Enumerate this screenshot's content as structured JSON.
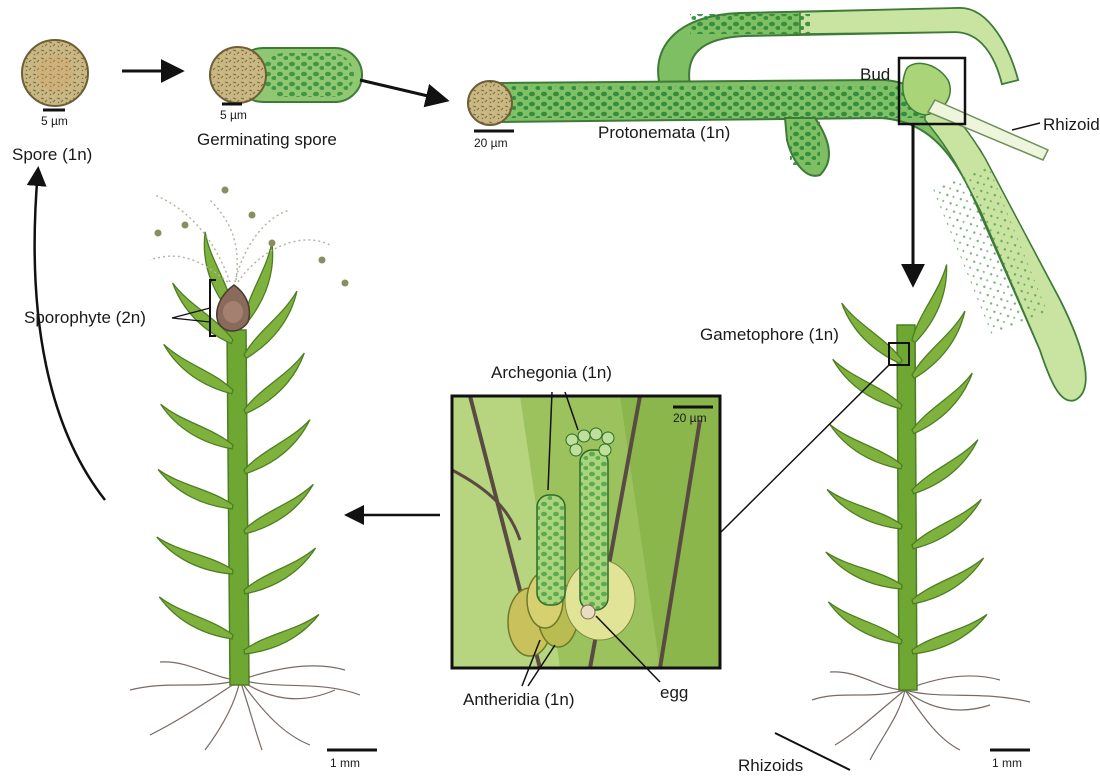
{
  "labels": {
    "spore": "Spore (1n)",
    "germinating_spore": "Germinating spore",
    "protonemata": "Protonemata (1n)",
    "bud": "Bud",
    "rhizoid": "Rhizoid",
    "gametophore": "Gametophore (1n)",
    "sporophyte": "Sporophyte (2n)",
    "archegonia": "Archegonia (1n)",
    "antheridia": "Antheridia (1n)",
    "egg": "egg",
    "rhizoids": "Rhizoids"
  },
  "scale_bars": {
    "spore": "5 µm",
    "germinating": "5 µm",
    "protonema": "20 µm",
    "inset": "20 µm",
    "sporophyte_plant": "1 mm",
    "gametophore_plant": "1 mm"
  },
  "colors": {
    "leaf": "#7fb23d",
    "leaf_dark": "#5e8f2a",
    "protonema": "#74b95a",
    "protonema_light": "#c6e39a",
    "chloroplast": "#2f8a3a",
    "spore": "#b7a777",
    "capsule": "#8a6a5a",
    "inset_bg": "#9cc25e",
    "antheridia": "#c9c25c",
    "root": "#7a6a64"
  }
}
